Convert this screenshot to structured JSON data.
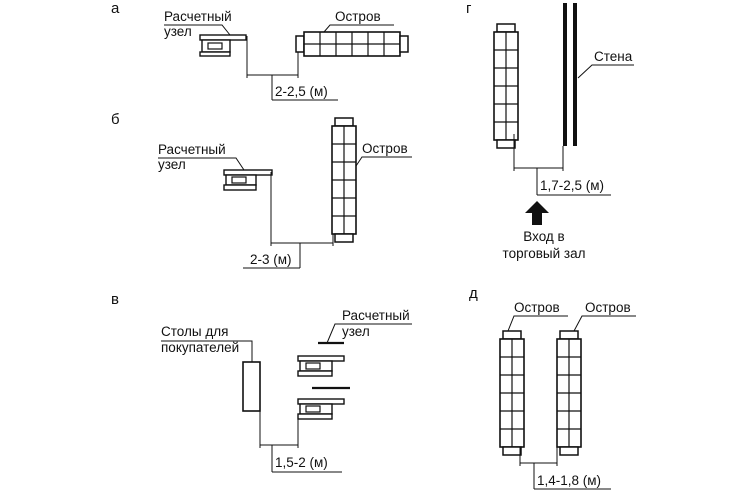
{
  "panels": {
    "a": {
      "letter": "а",
      "checkout_label_line1": "Расчетный",
      "checkout_label_line2": "узел",
      "island_label": "Остров",
      "distance": "2-2,5 (м)"
    },
    "b": {
      "letter": "б",
      "checkout_label_line1": "Расчетный",
      "checkout_label_line2": "узел",
      "island_label": "Остров",
      "distance": "2-3 (м)"
    },
    "v": {
      "letter": "в",
      "tables_label_line1": "Столы для",
      "tables_label_line2": "покупателей",
      "checkout_label_line1": "Расчетный",
      "checkout_label_line2": "узел",
      "distance": "1,5-2 (м)"
    },
    "g": {
      "letter": "г",
      "wall_label": "Стена",
      "distance": "1,7-2,5 (м)",
      "entrance_line1": "Вход в",
      "entrance_line2": "торговый зал"
    },
    "d": {
      "letter": "д",
      "island_left_label": "Остров",
      "island_right_label": "Остров",
      "distance": "1,4-1,8 (м)"
    }
  },
  "colors": {
    "ink": "#111111",
    "background": "#ffffff"
  }
}
